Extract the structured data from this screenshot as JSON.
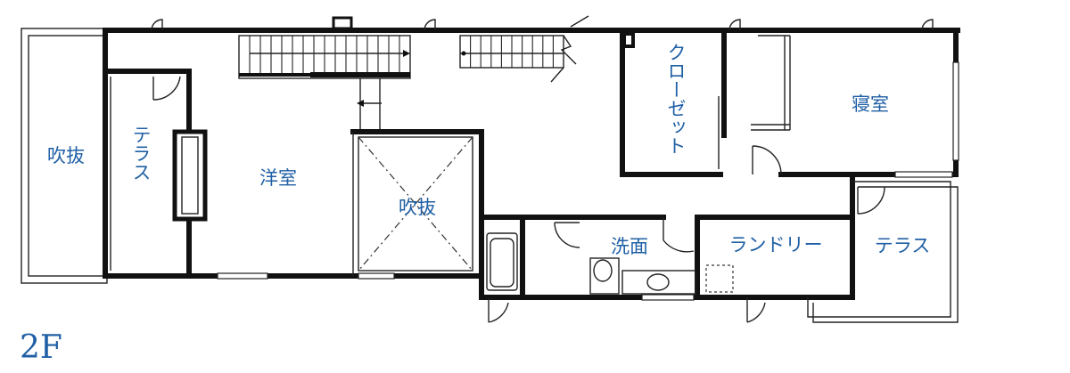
{
  "plan": {
    "floor_label": "2F",
    "rooms": {
      "fukinuke_left": "吹抜",
      "terrace_left": "テラス",
      "youshitsu": "洋室",
      "fukinuke_center": "吹抜",
      "closet": "クローゼット",
      "shinshitsu": "寝室",
      "senmen": "洗面",
      "laundry": "ランドリー",
      "terrace_right": "テラス"
    }
  }
}
